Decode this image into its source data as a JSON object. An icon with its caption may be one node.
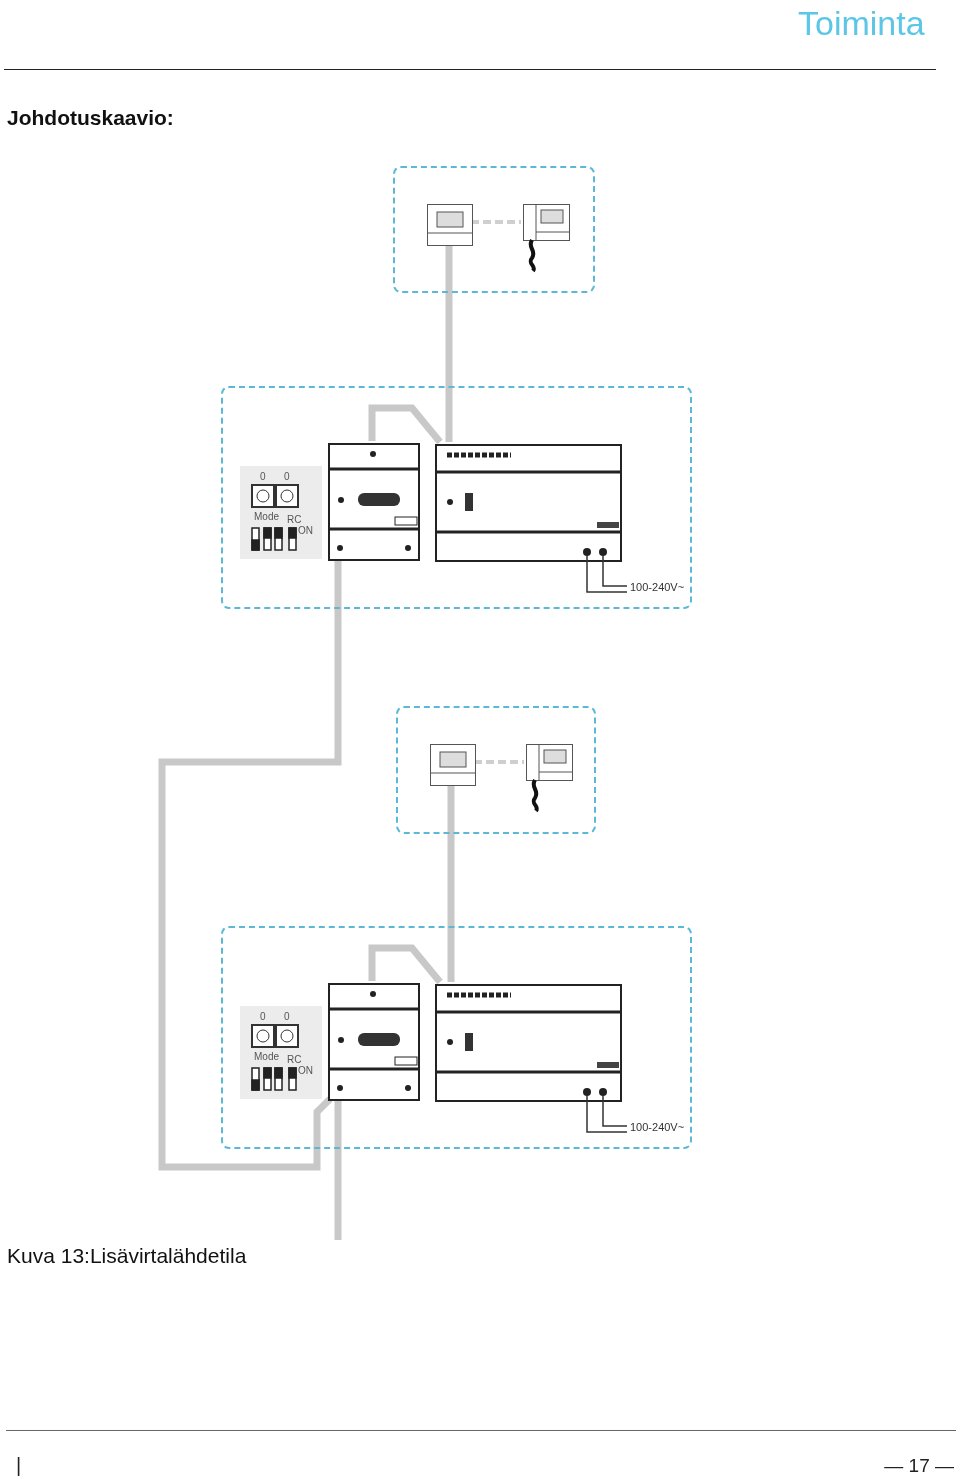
{
  "diagram": {
    "title": "Johdotuskaavio:",
    "caption": "Kuva 13:Lisävirtalähdetila",
    "nodes": [
      {
        "text": [],
        "shape": "box"
      },
      {
        "text": [],
        "shape": "picture",
        "in": 0
      },
      {
        "text": [],
        "shape": "picture",
        "in": 0
      },
      {
        "text": [],
        "shape": "box"
      },
      {
        "text": [
          "0",
          "0",
          "Mode",
          "RC",
          "ON"
        ],
        "in": 3
      },
      {
        "text": [],
        "shape": "picture",
        "in": 3
      },
      {
        "text": [],
        "shape": "picture",
        "in": 3,
        "beside": [
          "100-240V~"
        ]
      },
      {
        "text": [],
        "shape": "box"
      },
      {
        "text": [],
        "shape": "picture",
        "in": 7
      },
      {
        "text": [],
        "shape": "picture",
        "in": 7
      },
      {
        "text": [],
        "shape": "box"
      },
      {
        "text": [
          "0",
          "0",
          "Mode",
          "RC",
          "ON"
        ],
        "in": 10
      },
      {
        "text": [],
        "shape": "picture",
        "in": 10
      },
      {
        "text": [],
        "shape": "picture",
        "in": 10,
        "beside": [
          "100-240V~"
        ]
      }
    ],
    "edges": [
      {
        "from": 1,
        "to": 2,
        "arrow": "none",
        "style": "dashed"
      },
      {
        "from": 1,
        "to": 6,
        "arrow": "none"
      },
      {
        "from": 5,
        "to": 6,
        "arrow": "none"
      },
      {
        "from": 5,
        "to": 12,
        "arrow": "none"
      },
      {
        "from": 8,
        "to": 9,
        "arrow": "none",
        "style": "dashed"
      },
      {
        "from": 8,
        "to": 13,
        "arrow": "none"
      },
      {
        "from": 12,
        "to": 13,
        "arrow": "none"
      },
      {
        "from": 12,
        "to": null,
        "arrow": "none"
      }
    ],
    "labels": [
      "Toiminta",
      "|",
      "— 17 —"
    ]
  }
}
